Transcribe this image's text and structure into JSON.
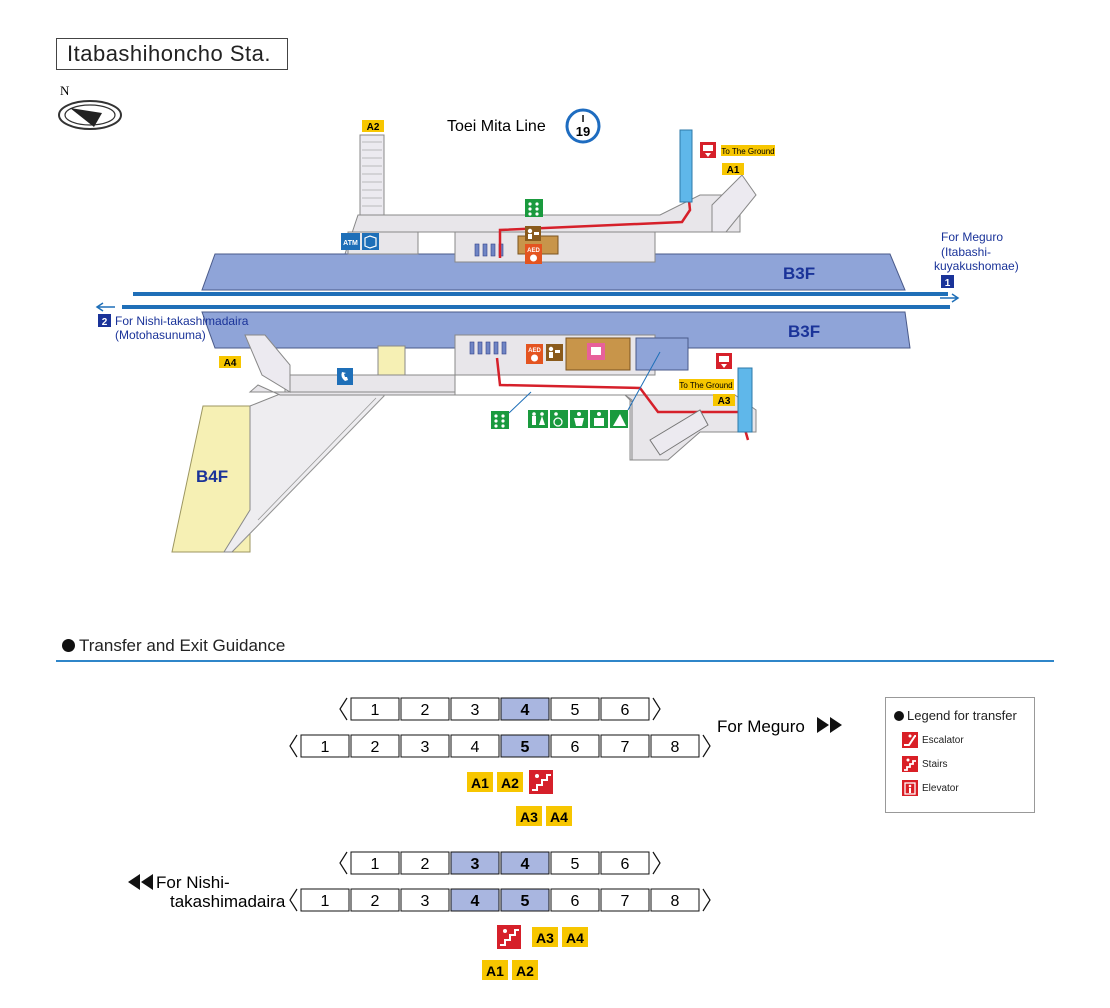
{
  "station": {
    "name": "Itabashihoncho Sta.",
    "compass_label": "N",
    "line_name": "Toei Mita Line",
    "line_symbol_letter": "I",
    "station_number": "19"
  },
  "floors": {
    "upper": "B3F",
    "lower": "B3F",
    "platform": "B4F"
  },
  "directions": {
    "track1": {
      "text_line1": "For Meguro",
      "text_line2": "(Itabashi-",
      "text_line3": "kuyakushomae)",
      "number": "1"
    },
    "track2": {
      "number": "2",
      "text_line1": "For Nishi-takashimadaira",
      "text_line2": "(Motohasunuma)"
    }
  },
  "exits": [
    "A1",
    "A2",
    "A3",
    "A4"
  ],
  "to_ground": "To The Ground",
  "facility_icons": [
    "atm-icon",
    "locker-icon",
    "aed-icon",
    "station-office-icon",
    "braille-map-icon",
    "telephone-icon",
    "restroom-icon",
    "accessible-restroom-icon",
    "baby-care-icon",
    "ostomate-icon",
    "multipurpose-icon",
    "elevator-icon"
  ],
  "transfer": {
    "section_title": "Transfer and Exit Guidance",
    "meguro_label": "For Meguro",
    "nishi_label_line1": "For Nishi-",
    "nishi_label_line2": "takashimadaira",
    "meguro_train_6": [
      "1",
      "2",
      "3",
      "4",
      "5",
      "6"
    ],
    "meguro_train_8": [
      "1",
      "2",
      "3",
      "4",
      "5",
      "6",
      "7",
      "8"
    ],
    "meguro_highlight_6": [
      "4"
    ],
    "meguro_highlight_8": [
      "5"
    ],
    "meguro_exits_row1": [
      "A1",
      "A2"
    ],
    "meguro_exits_row2": [
      "A3",
      "A4"
    ],
    "nishi_train_6": [
      "1",
      "2",
      "3",
      "4",
      "5",
      "6"
    ],
    "nishi_train_8": [
      "1",
      "2",
      "3",
      "4",
      "5",
      "6",
      "7",
      "8"
    ],
    "nishi_highlight_6": [
      "3",
      "4"
    ],
    "nishi_highlight_8": [
      "4",
      "5"
    ],
    "nishi_exits_row1": [
      "A3",
      "A4"
    ],
    "nishi_exits_row2": [
      "A1",
      "A2"
    ]
  },
  "legend": {
    "title": "Legend for transfer",
    "items": [
      {
        "icon": "escalator-icon",
        "label": "Escalator"
      },
      {
        "icon": "stairs-icon",
        "label": "Stairs"
      },
      {
        "icon": "elevator-icon",
        "label": "Elevator"
      }
    ]
  },
  "colors": {
    "platform_blue": "#8fa4d8",
    "concourse_gray": "#e8e6ea",
    "stairs_yellow": "#f6f0b4",
    "track_blue": "#1f6fb8",
    "exit_yellow": "#f7c600",
    "route_red": "#d6202a",
    "highlight_car": "#a9b6e0",
    "facility_green": "#1a9a3e",
    "navy_text": "#1a3399"
  }
}
